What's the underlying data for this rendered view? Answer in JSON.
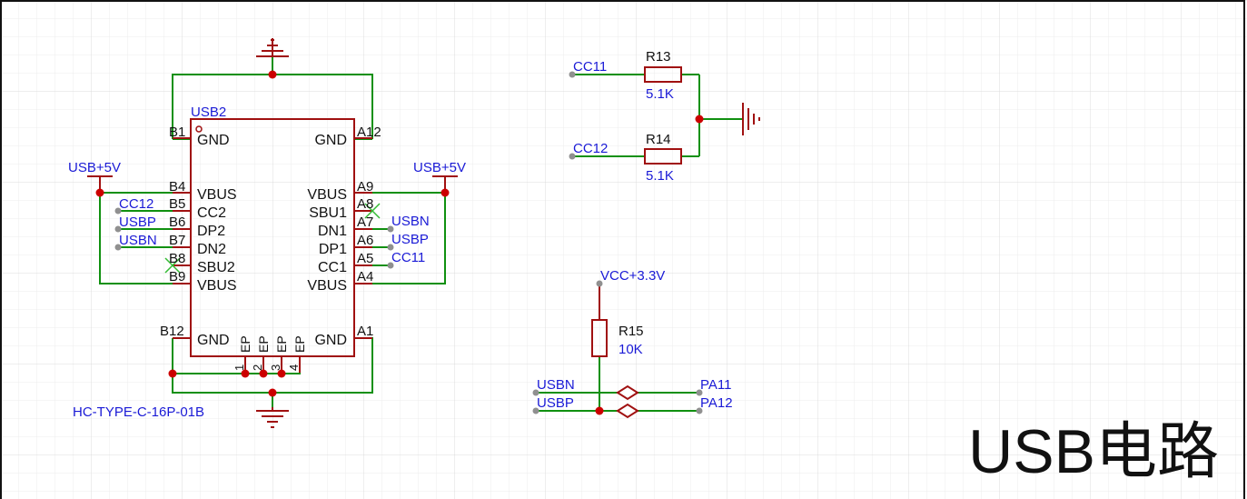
{
  "sheet_title": "USB电路",
  "colors": {
    "wire": "#109010",
    "component": "#a01010",
    "net_label": "#1a1ad6",
    "pin_text": "#111111",
    "junction": "#cc0000",
    "endpoint": "#909090",
    "grid": "#e4e4e4",
    "frame": "#111111",
    "noconnect": "#33bb33"
  },
  "usb_connector": {
    "designator": "USB2",
    "part_number": "HC-TYPE-C-16P-01B",
    "left_pin_numbers": [
      "B1",
      "B4",
      "B5",
      "B6",
      "B7",
      "B8",
      "B9",
      "B12"
    ],
    "left_pin_names": [
      "GND",
      "VBUS",
      "CC2",
      "DP2",
      "DN2",
      "SBU2",
      "VBUS",
      "GND"
    ],
    "right_pin_numbers": [
      "A12",
      "A9",
      "A8",
      "A7",
      "A6",
      "A5",
      "A4",
      "A1"
    ],
    "right_pin_names": [
      "GND",
      "VBUS",
      "SBU1",
      "DN1",
      "DP1",
      "CC1",
      "VBUS",
      "GND"
    ],
    "ep_pin_names": [
      "EP",
      "EP",
      "EP",
      "EP"
    ],
    "ep_pin_numbers": [
      "1",
      "2",
      "3",
      "4"
    ],
    "power_left": "USB+5V",
    "power_right": "USB+5V",
    "left_nets": [
      "CC12",
      "USBP",
      "USBN"
    ],
    "right_nets": [
      "USBN",
      "USBP",
      "CC11"
    ]
  },
  "cc_resistors": [
    {
      "net": "CC11",
      "designator": "R13",
      "value": "5.1K"
    },
    {
      "net": "CC12",
      "designator": "R14",
      "value": "5.1K"
    }
  ],
  "pullup": {
    "power": "VCC+3.3V",
    "designator": "R15",
    "value": "10K",
    "left_nets": [
      "USBN",
      "USBP"
    ],
    "right_nets": [
      "PA11",
      "PA12"
    ]
  }
}
